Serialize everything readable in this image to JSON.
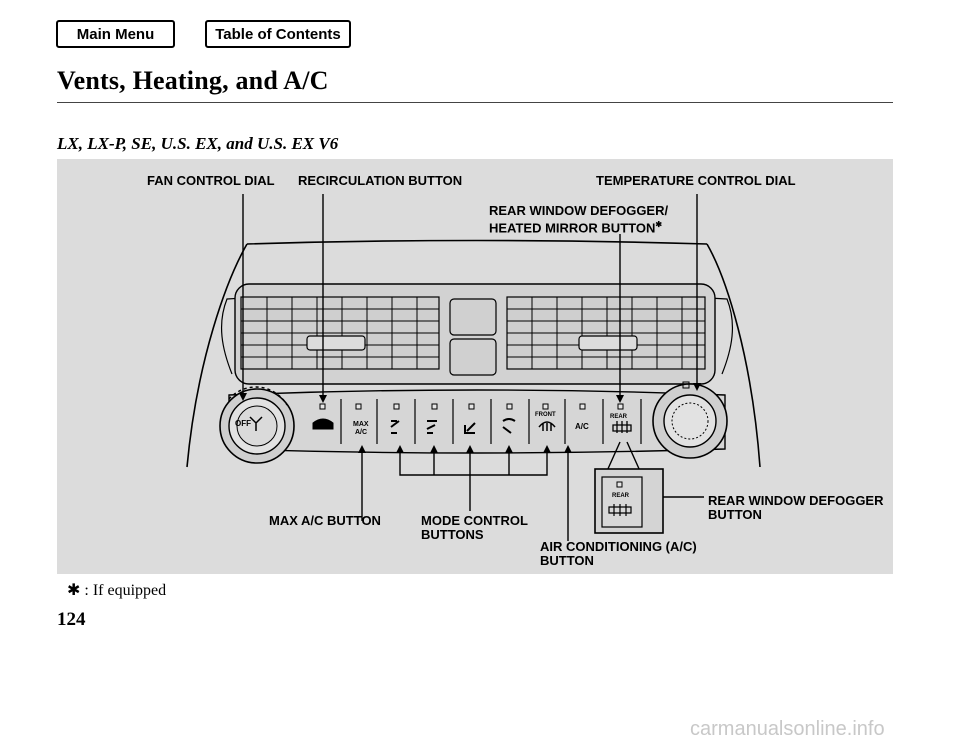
{
  "nav": {
    "main_menu": "Main Menu",
    "table_of_contents": "Table of Contents"
  },
  "page": {
    "title": "Vents, Heating, and A/C",
    "subtitle": "LX, LX-P, SE, U.S. EX, and U.S. EX V6",
    "footnote": "✱ :  If equipped",
    "page_number": "124",
    "watermark": "carmanualsonline.info"
  },
  "figure": {
    "callouts": {
      "fan_control_dial": "FAN CONTROL DIAL",
      "recirculation_button": "RECIRCULATION BUTTON",
      "temperature_control_dial": "TEMPERATURE CONTROL DIAL",
      "rear_defogger_heated_mirror_line1": "REAR WINDOW DEFOGGER/",
      "rear_defogger_heated_mirror_line2": "HEATED MIRROR BUTTON",
      "rear_defogger_heated_mirror_mark": "✱",
      "max_ac_button": "MAX A/C BUTTON",
      "mode_control_line1": "MODE CONTROL",
      "mode_control_line2": "BUTTONS",
      "air_conditioning_line1": "AIR CONDITIONING (A/C)",
      "air_conditioning_line2": "BUTTON",
      "rear_defogger_line1": "REAR WINDOW DEFOGGER",
      "rear_defogger_line2": "BUTTON"
    },
    "panel_labels": {
      "fan_off": "OFF",
      "max_line1": "MAX",
      "max_line2": "A/C",
      "front": "FRONT",
      "ac": "A/C",
      "rear": "REAR"
    },
    "icons": [
      "fan-icon",
      "recirculation-car-icon",
      "vent-face-icon",
      "vent-bilevel-icon",
      "vent-floor-icon",
      "vent-floor-defrost-icon",
      "front-defrost-icon",
      "rear-defrost-icon"
    ]
  }
}
